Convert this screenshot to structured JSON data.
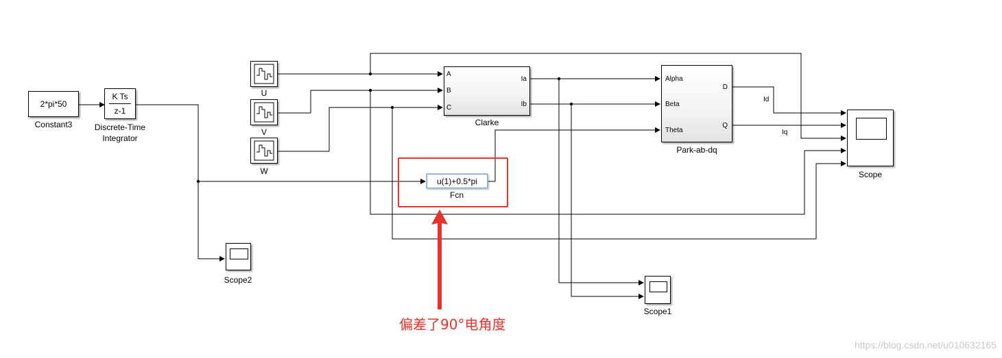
{
  "blocks": {
    "constant3": {
      "value": "2*pi*50",
      "name": "Constant3"
    },
    "integrator": {
      "numerator": "K Ts",
      "denominator": "z-1",
      "name": "Discrete-Time Integrator"
    },
    "source_u": {
      "name": "U"
    },
    "source_v": {
      "name": "V"
    },
    "source_w": {
      "name": "W"
    },
    "clarke": {
      "name": "Clarke",
      "inputs": [
        "A",
        "B",
        "C"
      ],
      "outputs": [
        "Ia",
        "Ib"
      ]
    },
    "park": {
      "name": "Park-ab-dq",
      "inputs": [
        "Alpha",
        "Beta",
        "Theta"
      ],
      "outputs": [
        "D",
        "Q"
      ]
    },
    "fcn": {
      "expression": "u(1)+0.5*pi",
      "name": "Fcn"
    },
    "scope": {
      "name": "Scope"
    },
    "scope1": {
      "name": "Scope1"
    },
    "scope2": {
      "name": "Scope2"
    }
  },
  "signals": {
    "id": "Id",
    "iq": "Iq"
  },
  "annotation": {
    "text": "偏差了90°电角度",
    "color": "#e8322b"
  },
  "watermark": "https://blog.csdn.net/u010632165"
}
